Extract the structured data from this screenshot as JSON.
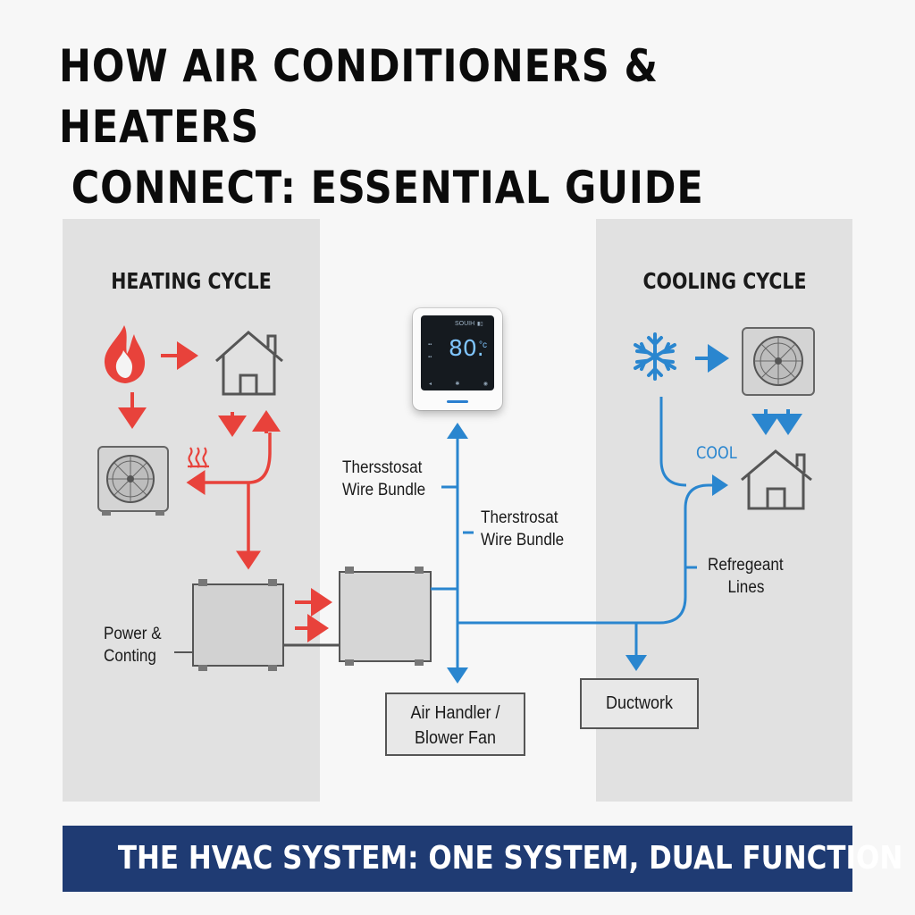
{
  "title": {
    "line1": "HOW AIR CONDITIONERS & HEATERS",
    "line2": "CONNECT: ESSENTIAL GUIDE"
  },
  "panels": {
    "heating": {
      "title": "HEATING CYCLE"
    },
    "cooling": {
      "title": "COOLING CYCLE"
    }
  },
  "thermostat": {
    "brand": "SOUIH",
    "temperature": "80.",
    "unit": "°c"
  },
  "labels": {
    "thermostat_wire_1": [
      "Thersstosat",
      "Wire Bundle"
    ],
    "thermostat_wire_2": [
      "Therstrosat",
      "Wire Bundle"
    ],
    "refrigerant_lines": [
      "Refregeant",
      "Lines"
    ],
    "power_control": [
      "Power &",
      "Conting"
    ],
    "cool_tag": "COOL"
  },
  "boxes": {
    "air_handler": [
      "Air Handler /",
      "Blower Fan"
    ],
    "ductwork": "Ductwork"
  },
  "banner": {
    "text": "THE HVAC SYSTEM: ONE SYSTEM, DUAL FUNCTION"
  },
  "colors": {
    "heating": "#e8423b",
    "cooling": "#2a86cf",
    "banner": "#1f3b73",
    "panel": "#e1e1e1"
  },
  "icons": {
    "heating": [
      "flame-icon",
      "house-icon",
      "outdoor-unit-icon",
      "heat-waves-icon"
    ],
    "cooling": [
      "snowflake-icon",
      "outdoor-unit-icon",
      "house-icon"
    ]
  }
}
